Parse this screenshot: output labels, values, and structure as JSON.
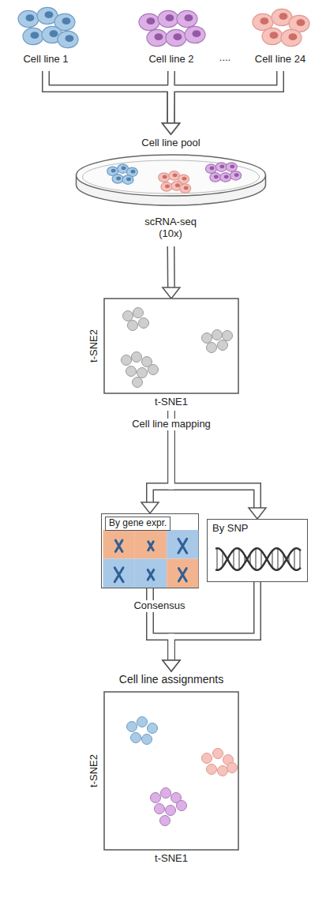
{
  "diagram": {
    "nodes": [
      {
        "text": [
          "Cell line 1"
        ]
      },
      {
        "text": [
          "Cell line 2"
        ]
      },
      {
        "text": [
          "Cell line 24"
        ]
      },
      {
        "text": [
          "Cell line pool",
          "scRNA-seq (10x)"
        ]
      },
      {
        "text": [
          "t-SNE2",
          "t-SNE1"
        ]
      },
      {
        "text": [
          "By gene expr."
        ]
      },
      {
        "text": [
          "By SNP"
        ]
      },
      {
        "text": [
          "Cell line assignments",
          "t-SNE2",
          "t-SNE1"
        ]
      }
    ],
    "edges": [
      {
        "from": 0,
        "to": 3,
        "arrow": "to"
      },
      {
        "from": 1,
        "to": 3,
        "arrow": "to"
      },
      {
        "from": 2,
        "to": 3,
        "arrow": "to"
      },
      {
        "from": 3,
        "to": 4,
        "arrow": "to"
      },
      {
        "from": 4,
        "to": 5,
        "arrow": "to"
      },
      {
        "from": 4,
        "to": 6,
        "arrow": "to"
      },
      {
        "from": 5,
        "to": 7,
        "arrow": "to"
      },
      {
        "from": 6,
        "to": 7,
        "arrow": "to"
      }
    ],
    "labels": [
      "....",
      "Cell line mapping",
      "Consensus"
    ]
  }
}
